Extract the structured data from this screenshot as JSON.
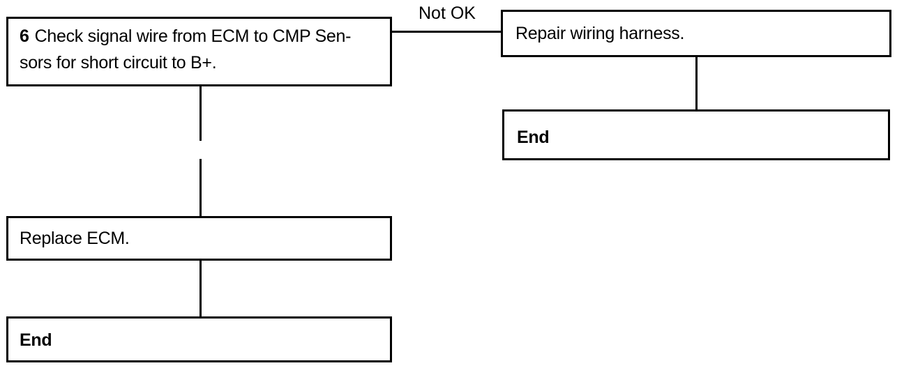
{
  "step6": {
    "number": "6",
    "text_line1": "Check signal wire from ECM to CMP Sen-",
    "text_line2": "sors for short circuit to B+."
  },
  "branch_label": "Not OK",
  "repair": {
    "text": "Repair wiring harness."
  },
  "end_right": {
    "text": "End"
  },
  "replace": {
    "text": "Replace ECM."
  },
  "end_left": {
    "text": "End"
  }
}
